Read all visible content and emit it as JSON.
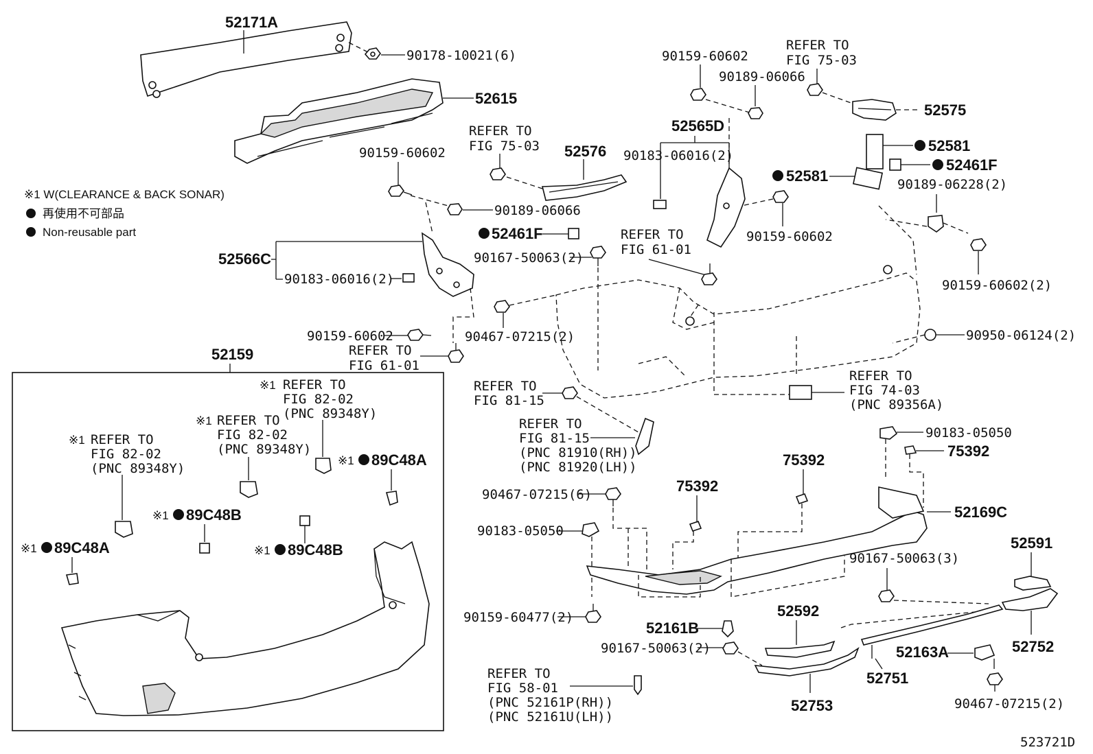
{
  "legend": {
    "note_w": "※1 W(CLEARANCE & BACK SONAR)",
    "reuse_jp": "再使用不可部品",
    "reuse_en": "Non-reusable part"
  },
  "labels": {
    "p52171A": "52171A",
    "p90178": "90178-10021(6)",
    "p52615": "52615",
    "p90159_a": "90159-60602",
    "ref75_a1": "REFER TO",
    "ref75_a2": "FIG 75-03",
    "p52576": "52576",
    "p90189_a": "90189-06066",
    "p52461F_a": "52461F",
    "p52566C": "52566C",
    "p90183_a": "90183-06016(2)",
    "p90159_b": "90159-60602",
    "ref61_a1": "REFER TO",
    "ref61_a2": "FIG 61-01",
    "p90167_a": "90167-50063(2)",
    "p90467_a": "90467-07215(2)",
    "p90159_c": "90159-60602",
    "p90189_b": "90189-06066",
    "ref75_b1": "REFER TO",
    "ref75_b2": "FIG 75-03",
    "p52575": "52575",
    "p52565D": "52565D",
    "p90183_b": "90183-06016(2)",
    "p52581_a": "52581",
    "p52581_b": "52581",
    "p52461F_b": "52461F",
    "p90189_c": "90189-06228(2)",
    "ref61_b1": "REFER TO",
    "ref61_b2": "FIG 61-01",
    "p90159_d": "90159-60602",
    "p90159_e": "90159-60602(2)",
    "p90950": "90950-06124(2)",
    "ref74_1": "REFER TO",
    "ref74_2": "FIG 74-03",
    "ref74_3": "(PNC 89356A)",
    "p52159": "52159",
    "ref82_a1": "REFER TO",
    "ref82_a2": "FIG 82-02",
    "ref82_a3": "(PNC 89348Y)",
    "ref82_b1": "REFER TO",
    "ref82_b2": "FIG 82-02",
    "ref82_b3": "(PNC 89348Y)",
    "ref82_c1": "REFER TO",
    "ref82_c2": "FIG 82-02",
    "ref82_c3": "(PNC 89348Y)",
    "mark1": "※1",
    "p89C48A_a": "89C48A",
    "p89C48B_a": "89C48B",
    "p89C48A_b": "89C48A",
    "p89C48B_b": "89C48B",
    "ref81_a1": "REFER TO",
    "ref81_a2": "FIG 81-15",
    "ref81_b1": "REFER TO",
    "ref81_b2": "FIG 81-15",
    "ref81_b3": "(PNC 81910(RH))",
    "ref81_b4": "(PNC 81920(LH))",
    "p90183_c": "90183-05050",
    "p75392_a": "75392",
    "p75392_b": "75392",
    "p75392_c": "75392",
    "p90467_b": "90467-07215(6)",
    "p90183_d": "90183-05050",
    "p52169C": "52169C",
    "p52591": "52591",
    "p90167_b": "90167-50063(3)",
    "p90159_f": "90159-60477(2)",
    "p52592": "52592",
    "p52161B": "52161B",
    "p90167_c": "90167-50063(2)",
    "p52163A": "52163A",
    "p52752": "52752",
    "p52751": "52751",
    "ref58_1": "REFER TO",
    "ref58_2": "FIG 58-01",
    "ref58_3": "(PNC 52161P(RH))",
    "ref58_4": "(PNC 52161U(LH))",
    "p52753": "52753",
    "p90467_c": "90467-07215(2)",
    "diagram_id": "523721D"
  }
}
